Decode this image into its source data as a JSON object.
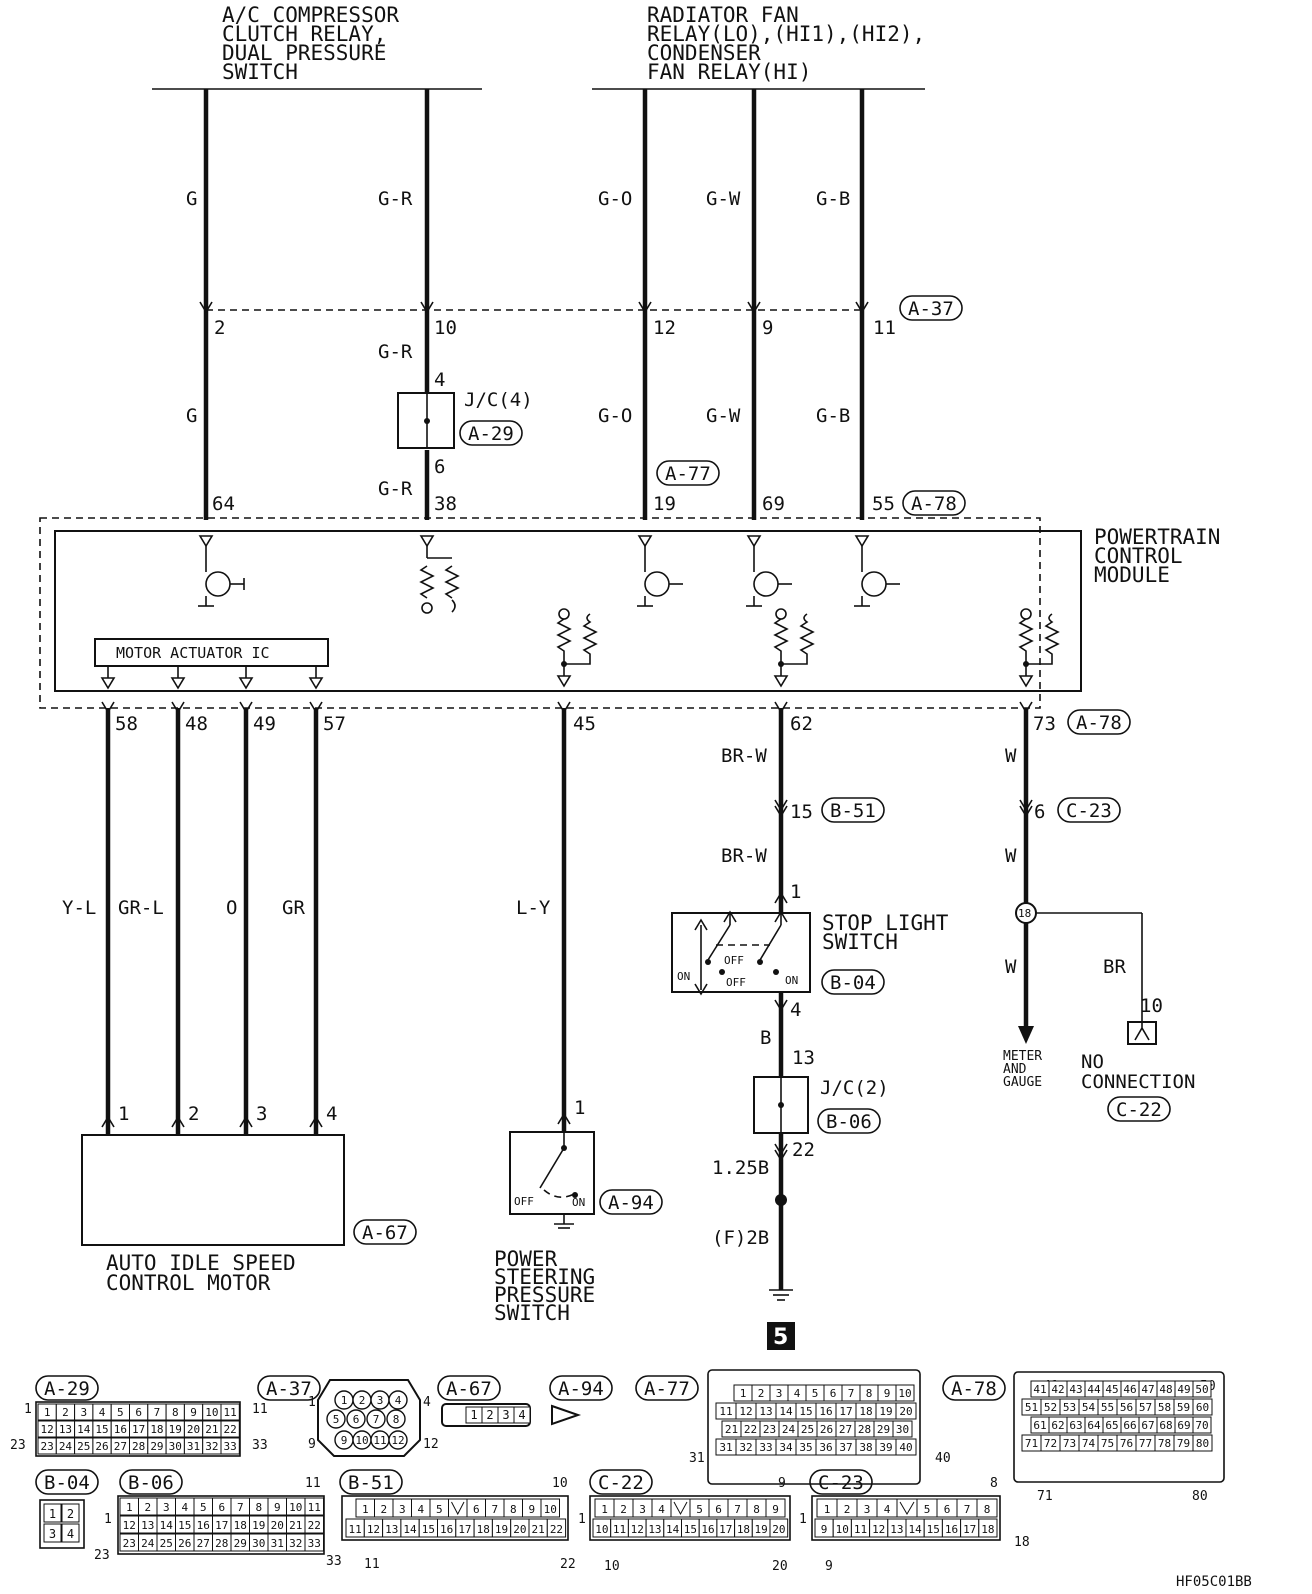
{
  "headers": {
    "ac_line1": "A/C COMPRESSOR",
    "ac_line2": "CLUTCH RELAY,",
    "ac_line3": "DUAL PRESSURE",
    "ac_line4": "SWITCH",
    "fan_line1": "RADIATOR FAN",
    "fan_line2": "RELAY(LO),(HI1),(HI2),",
    "fan_line3": "CONDENSER",
    "fan_line4": "FAN RELAY(HI)"
  },
  "wires_top": {
    "w1": "G",
    "w2": "G-R",
    "w3": "G-O",
    "w4": "G-W",
    "w5": "G-B",
    "a37_p1": "2",
    "a37_p2": "10",
    "a37_p3": "12",
    "a37_p4": "9",
    "a37_p5": "11",
    "w1b": "G",
    "w2b": "G-R",
    "w3b": "G-O",
    "w4b": "G-W",
    "w5b": "G-B",
    "w2c": "G-R",
    "jc4_pin_in": "4",
    "jc4_pin_out": "6",
    "jc4_label": "J/C(4)",
    "pcm_p1": "64",
    "pcm_p2": "38",
    "pcm_p3": "19",
    "pcm_p4": "69",
    "pcm_p5": "55"
  },
  "connectors": {
    "a37": "A-37",
    "a29": "A-29",
    "a77": "A-77",
    "a78": "A-78",
    "a78b": "A-78",
    "b51": "B-51",
    "c23": "C-23",
    "b04": "B-04",
    "b06": "B-06",
    "a67": "A-67",
    "a94": "A-94",
    "c22": "C-22"
  },
  "pcm": {
    "line1": "POWERTRAIN",
    "line2": "CONTROL",
    "line3": "MODULE",
    "motor_ic": "MOTOR ACTUATOR IC"
  },
  "wires_bottom": {
    "p58": "58",
    "p48": "48",
    "p49": "49",
    "p57": "57",
    "p45": "45",
    "p62": "62",
    "p73": "73",
    "c_yl": "Y-L",
    "c_grl": "GR-L",
    "c_o": "O",
    "c_gr": "GR",
    "c_ly": "L-Y",
    "c_brw1": "BR-W",
    "c_brw2": "BR-W",
    "b51_pin": "15",
    "c_w1": "W",
    "c23_pin": "6",
    "c_w2": "W",
    "splice": "18",
    "c_w3": "W",
    "c_br": "BR",
    "c22_pin": "10",
    "sls_pin_in": "1",
    "sls_pin_out": "4",
    "c_b": "B",
    "jc2_pin_in": "13",
    "jc2_pin_out": "22",
    "jc2_label": "J/C(2)",
    "c_125b": "1.25B",
    "c_2b": "(F)2B",
    "ground_no": "5",
    "m_p1": "1",
    "m_p2": "2",
    "m_p3": "3",
    "m_p4": "4",
    "ps_pin": "1"
  },
  "components": {
    "stop_line1": "STOP LIGHT",
    "stop_line2": "SWITCH",
    "off1": "OFF",
    "off2": "OFF",
    "on1": "ON",
    "on2": "ON",
    "ps_off": "OFF",
    "ps_on": "ON",
    "idle_line1": "AUTO IDLE SPEED",
    "idle_line2": "CONTROL MOTOR",
    "ps_line1": "POWER",
    "ps_line2": "STEERING",
    "ps_line3": "PRESSURE",
    "ps_line4": "SWITCH",
    "meter1": "METER",
    "meter2": "AND",
    "meter3": "GAUGE",
    "nc1": "NO",
    "nc2": "CONNECTION"
  },
  "legend": {
    "a29_row1": [
      "1",
      "2",
      "3",
      "4",
      "5",
      "6",
      "7",
      "8",
      "9",
      "10",
      "11"
    ],
    "a29_row2": [
      "12",
      "13",
      "14",
      "15",
      "16",
      "17",
      "18",
      "19",
      "20",
      "21",
      "22"
    ],
    "a29_row3": [
      "23",
      "24",
      "25",
      "26",
      "27",
      "28",
      "29",
      "30",
      "31",
      "32",
      "33"
    ],
    "a29_l1": "1",
    "a29_r1": "11",
    "a29_l3": "23",
    "a29_r3": "33",
    "a37_pins": [
      "1",
      "2",
      "3",
      "4",
      "5",
      "6",
      "7",
      "8",
      "9",
      "10",
      "11",
      "12"
    ],
    "a37_l1": "1",
    "a37_r1": "4",
    "a37_l3": "9",
    "a37_r3": "12",
    "a67_pins": [
      "1",
      "2",
      "3",
      "4"
    ],
    "a77_row1": [
      "1",
      "2",
      "3",
      "4",
      "5",
      "6",
      "7",
      "8",
      "9",
      "10"
    ],
    "a77_row2": [
      "11",
      "12",
      "13",
      "14",
      "15",
      "16",
      "17",
      "18",
      "19",
      "20"
    ],
    "a77_row3": [
      "21",
      "22",
      "23",
      "24",
      "25",
      "26",
      "27",
      "28",
      "29",
      "30"
    ],
    "a77_row4": [
      "31",
      "32",
      "33",
      "34",
      "35",
      "36",
      "37",
      "38",
      "39",
      "40"
    ],
    "a77_tl": "1",
    "a77_tr": "10",
    "a77_bl": "31",
    "a77_br": "40",
    "a78_row1": [
      "41",
      "42",
      "43",
      "44",
      "45",
      "46",
      "47",
      "48",
      "49",
      "50"
    ],
    "a78_row2": [
      "51",
      "52",
      "53",
      "54",
      "55",
      "56",
      "57",
      "58",
      "59",
      "60"
    ],
    "a78_row3": [
      "61",
      "62",
      "63",
      "64",
      "65",
      "66",
      "67",
      "68",
      "69",
      "70"
    ],
    "a78_row4": [
      "71",
      "72",
      "73",
      "74",
      "75",
      "76",
      "77",
      "78",
      "79",
      "80"
    ],
    "a78_tl": "41",
    "a78_tr": "50",
    "a78_bl": "71",
    "a78_br": "80",
    "b04_pins": [
      "1",
      "2",
      "3",
      "4"
    ],
    "b06_row1": [
      "1",
      "2",
      "3",
      "4",
      "5",
      "6",
      "7",
      "8",
      "9",
      "10",
      "11"
    ],
    "b06_row2": [
      "12",
      "13",
      "14",
      "15",
      "16",
      "17",
      "18",
      "19",
      "20",
      "21",
      "22"
    ],
    "b06_row3": [
      "23",
      "24",
      "25",
      "26",
      "27",
      "28",
      "29",
      "30",
      "31",
      "32",
      "33"
    ],
    "b06_l1": "1",
    "b06_tr": "11",
    "b06_l3": "23",
    "b06_r3": "33",
    "b51_row1": [
      "1",
      "2",
      "3",
      "4",
      "5",
      "",
      "6",
      "7",
      "8",
      "9",
      "10"
    ],
    "b51_row2": [
      "11",
      "12",
      "13",
      "14",
      "15",
      "16",
      "17",
      "18",
      "19",
      "20",
      "21",
      "22"
    ],
    "b51_tr": "10",
    "b51_bl": "11",
    "b51_br": "22",
    "c22_row1": [
      "1",
      "2",
      "3",
      "4",
      "",
      "5",
      "6",
      "7",
      "8",
      "9"
    ],
    "c22_row2": [
      "10",
      "11",
      "12",
      "13",
      "14",
      "15",
      "16",
      "17",
      "18",
      "19",
      "20"
    ],
    "c22_l1": "1",
    "c22_tr": "9",
    "c22_bl": "10",
    "c22_br": "20",
    "c23_row1": [
      "1",
      "2",
      "3",
      "4",
      "",
      "5",
      "6",
      "7",
      "8"
    ],
    "c23_row2": [
      "9",
      "10",
      "11",
      "12",
      "13",
      "14",
      "15",
      "16",
      "17",
      "18"
    ],
    "c23_l1": "1",
    "c23_tr": "8",
    "c23_bl": "9",
    "c23_r2": "18",
    "doc_code": "HF05C01BB"
  }
}
